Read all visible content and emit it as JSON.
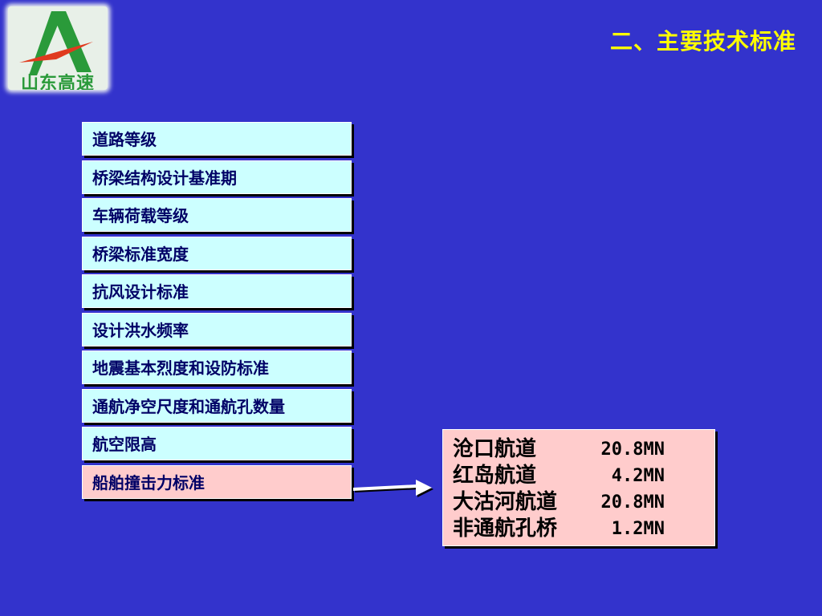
{
  "logo": {
    "text": "山东高速"
  },
  "title": "二、主要技术标准",
  "menu": {
    "items": [
      {
        "label": "道路等级"
      },
      {
        "label": "桥梁结构设计基准期"
      },
      {
        "label": "车辆荷载等级"
      },
      {
        "label": "桥梁标准宽度"
      },
      {
        "label": "抗风设计标准"
      },
      {
        "label": "设计洪水频率"
      },
      {
        "label": "地震基本烈度和设防标准"
      },
      {
        "label": "通航净空尺度和通航孔数量"
      },
      {
        "label": "航空限高"
      },
      {
        "label": "船舶撞击力标准"
      }
    ],
    "active_index": 9
  },
  "arrow_icon": "right-arrow-icon",
  "details": {
    "rows": [
      {
        "name": "沧口航道",
        "value": "20.8MN"
      },
      {
        "name": "红岛航道",
        "value": "4.2MN"
      },
      {
        "name": "大沽河航道",
        "value": "20.8MN"
      },
      {
        "name": "非通航孔桥",
        "value": "1.2MN"
      }
    ]
  },
  "colors": {
    "background": "#3333cc",
    "title": "#ffff00",
    "menu_item_bg": "#ccffff",
    "menu_item_active_bg": "#ffcccc",
    "menu_text": "#000066",
    "logo_green": "#2a9a3a",
    "logo_red": "#e03a1e"
  }
}
